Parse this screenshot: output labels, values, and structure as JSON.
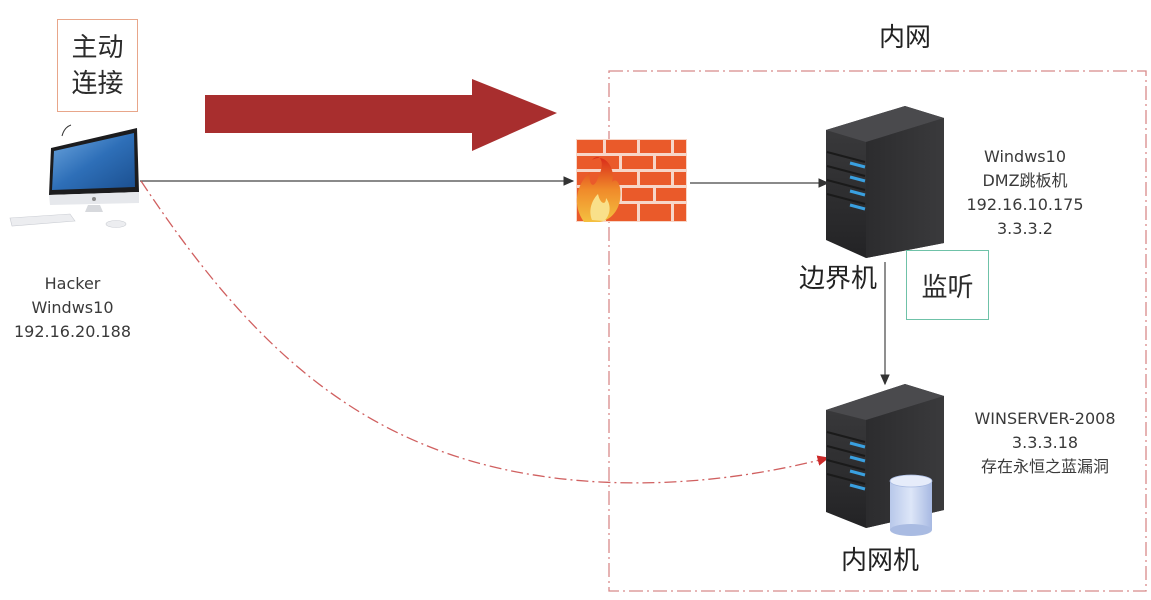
{
  "diagram": {
    "region_title": "内网",
    "active_connect_label": [
      "主动",
      "连接"
    ],
    "listen_label": "监听",
    "nodes": {
      "hacker": {
        "icon": "desktop-computer-icon",
        "lines": [
          "Hacker",
          "Windws10",
          "192.16.20.188"
        ]
      },
      "firewall": {
        "icon": "firewall-icon"
      },
      "border_host": {
        "icon": "server-tower-icon",
        "title": "边界机",
        "lines": [
          "Windws10",
          "DMZ跳板机",
          "192.16.10.175",
          "3.3.3.2"
        ]
      },
      "internal_host": {
        "icon": "server-database-icon",
        "title": "内网机",
        "lines": [
          "WINSERVER-2008",
          "3.3.3.18",
          "存在永恒之蓝漏洞"
        ]
      }
    },
    "edges": [
      {
        "from": "hacker",
        "to": "firewall",
        "style": "solid"
      },
      {
        "from": "firewall",
        "to": "border_host",
        "style": "solid"
      },
      {
        "from": "border_host",
        "to": "internal_host",
        "style": "solid"
      },
      {
        "from": "hacker",
        "to": "internal_host",
        "style": "dash-dot"
      }
    ],
    "colors": {
      "big_arrow": "#a82e2e",
      "dash_line": "#d06060",
      "region_border": "#d88a8a",
      "orange_box_border": "#e8a68a",
      "green_box_border": "#6fc2a8",
      "firewall_brick": "#ea5a2a"
    }
  }
}
